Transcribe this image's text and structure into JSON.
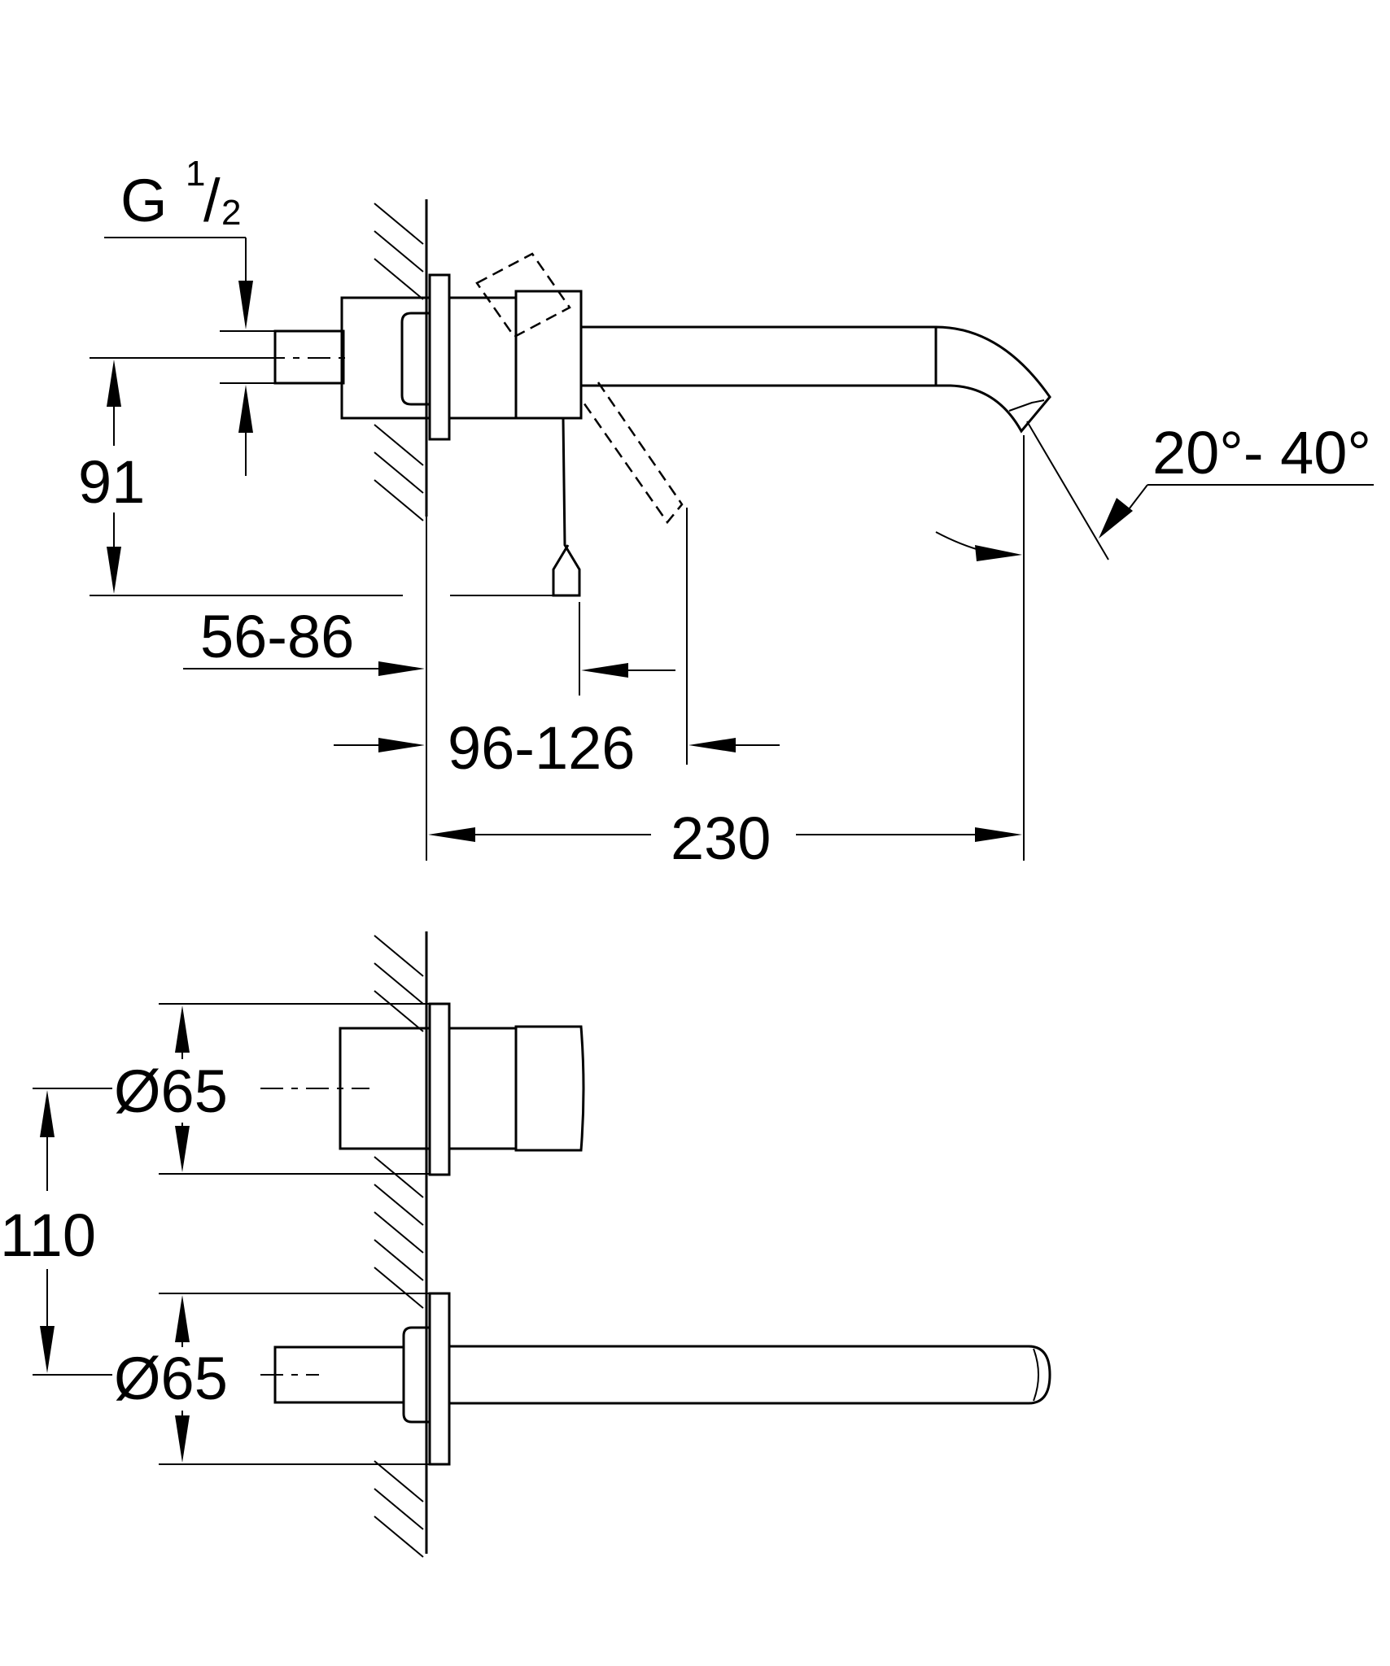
{
  "dimensions": {
    "thread_g": "G",
    "thread_num": "1",
    "thread_slash": "/",
    "thread_den": "2",
    "height_91": "91",
    "wall_56_86": "56-86",
    "lever_96_126": "96-126",
    "projection_230": "230",
    "angle": "20°- 40°",
    "center_110": "110",
    "diameter_top": "Ø65",
    "diameter_bottom": "Ø65"
  },
  "colors": {
    "line": "#000000",
    "background": "#ffffff"
  }
}
